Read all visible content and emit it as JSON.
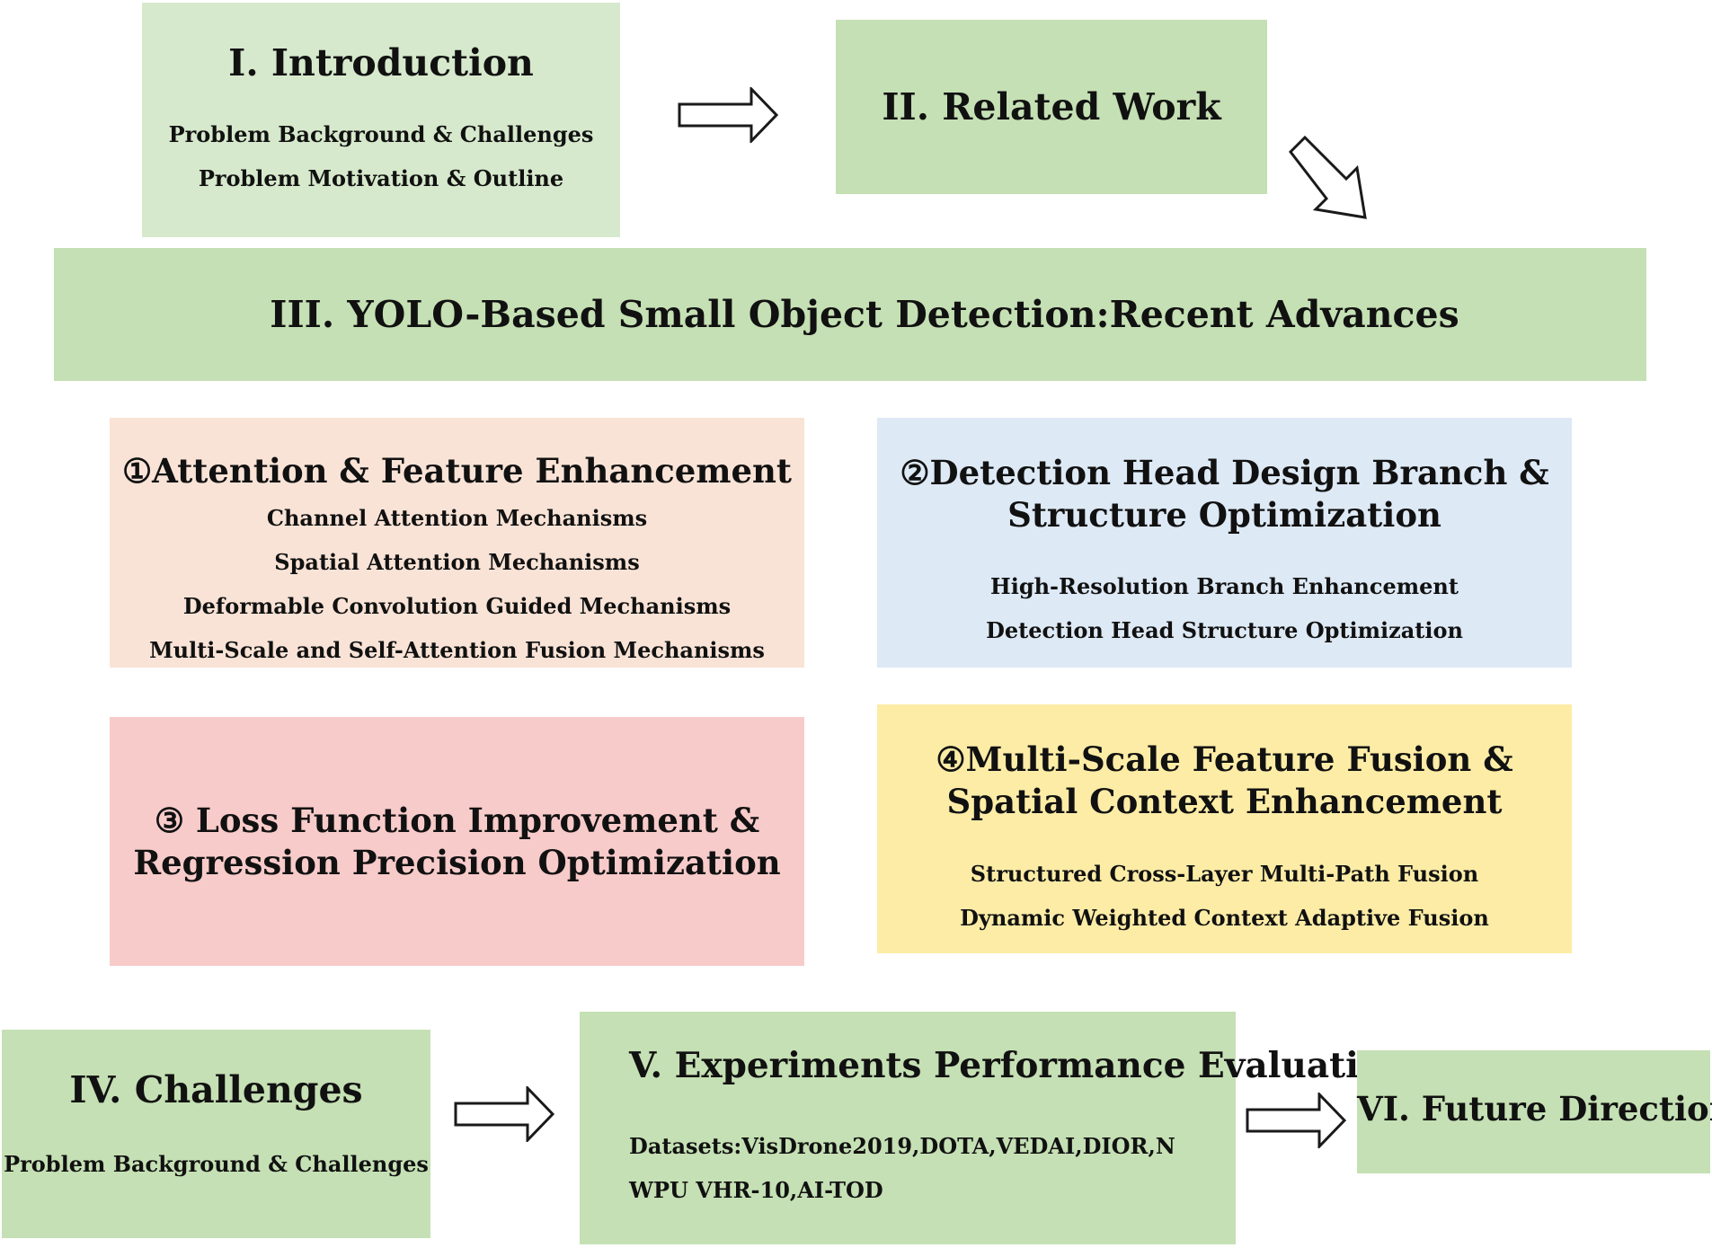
{
  "colors": {
    "green_light": "#d6e9cc",
    "green": "#c5e0b4",
    "peach": "#f9e3d6",
    "blue": "#dde9f5",
    "pink": "#f7cbca",
    "yellow": "#fdeca6",
    "arrow_stroke": "#1a1a1a"
  },
  "intro": {
    "title": "I. Introduction",
    "items": [
      "Problem Background & Challenges",
      "Problem Motivation & Outline"
    ]
  },
  "related": {
    "title": "II. Related Work"
  },
  "advances": {
    "title": "III. YOLO-Based Small Object Detection:Recent Advances"
  },
  "attention": {
    "title": "①Attention & Feature Enhancement",
    "items": [
      "Channel Attention Mechanisms",
      "Spatial Attention Mechanisms",
      "Deformable Convolution Guided Mechanisms",
      "Multi-Scale and Self-Attention Fusion Mechanisms"
    ]
  },
  "detection_head": {
    "title_line1": "②Detection Head Design  Branch &",
    "title_line2": "Structure Optimization",
    "items": [
      "High-Resolution Branch Enhancement",
      "Detection Head Structure Optimization"
    ]
  },
  "loss": {
    "title_line1": "③ Loss Function Improvement  &",
    "title_line2": "Regression Precision Optimization"
  },
  "multiscale": {
    "title_line1": "④Multi-Scale Feature Fusion &",
    "title_line2": "Spatial Context Enhancement",
    "items": [
      "Structured Cross-Layer Multi-Path Fusion",
      "Dynamic Weighted Context Adaptive Fusion"
    ]
  },
  "challenges": {
    "title": "IV. Challenges",
    "items": [
      "Problem Background & Challenges"
    ]
  },
  "experiments": {
    "title": "V. Experiments Performance Evaluation",
    "datasets_line1": "Datasets:VisDrone2019,DOTA,VEDAI,DIOR,N",
    "datasets_line2": "WPU VHR-10,AI-TOD"
  },
  "future": {
    "title": "VI. Future Directions"
  }
}
